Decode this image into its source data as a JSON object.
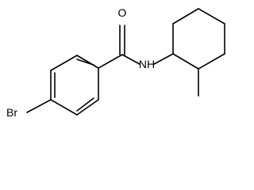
{
  "molecule": {
    "atoms": {
      "oxygen": "O",
      "nitrogen": "N",
      "hydrogen": "H",
      "bromine": "Br"
    }
  },
  "colors": {
    "bond": "#000000",
    "label": "#000000",
    "background": "#ffffff"
  }
}
